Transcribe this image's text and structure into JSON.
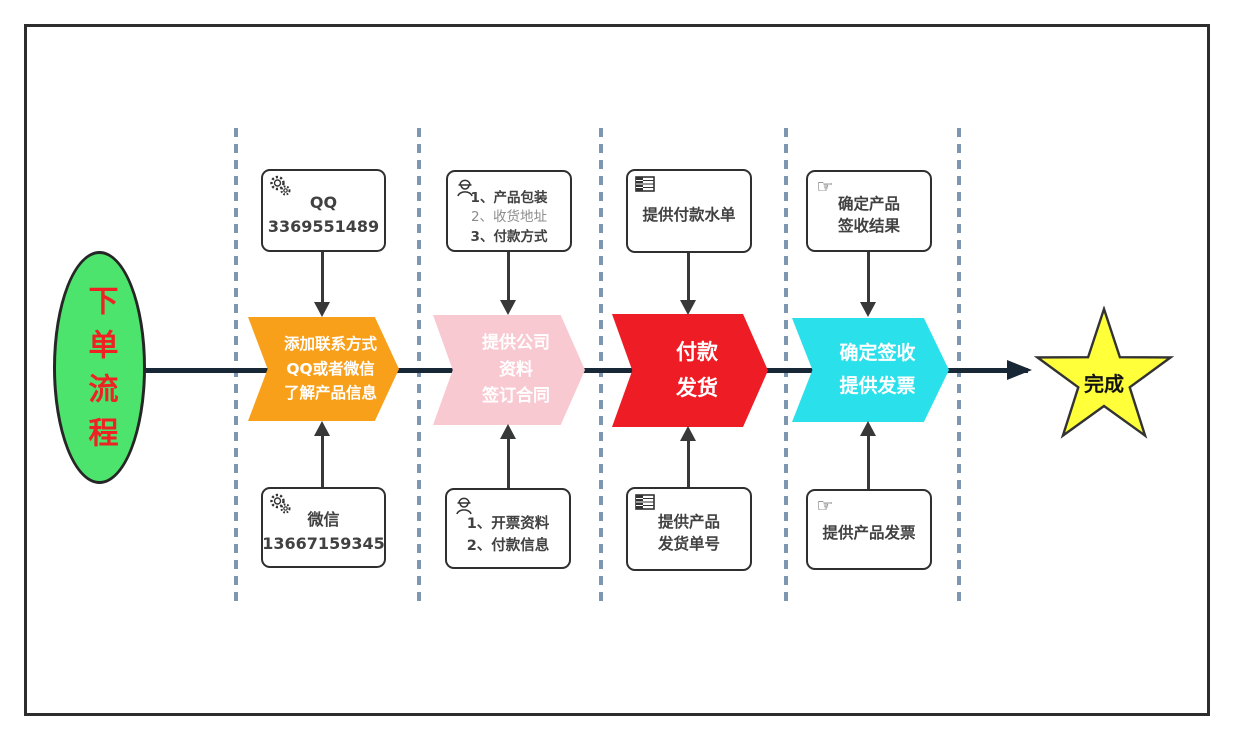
{
  "flow": {
    "start": {
      "label": "下单流程"
    },
    "chevrons": [
      {
        "lines": [
          "添加联系方式",
          "QQ或者微信",
          "了解产品信息"
        ],
        "fill": "#f9a01b"
      },
      {
        "lines": [
          "提供公司",
          "资料",
          "签订合同"
        ],
        "fill": "#f9c9d2"
      },
      {
        "lines": [
          "付款",
          "发货"
        ],
        "fill": "#ee1c25"
      },
      {
        "lines": [
          "确定签收",
          "提供发票"
        ],
        "fill": "#2ae0ea"
      }
    ],
    "end": {
      "label": "完成",
      "fill": "#ffff3a"
    }
  },
  "cards": {
    "top": [
      {
        "icon": "gears-icon",
        "lines": [
          "QQ",
          "3369551489"
        ]
      },
      {
        "icon": "worker-icon",
        "lines": [
          "1、产品包装",
          "2、收货地址",
          "3、付款方式"
        ]
      },
      {
        "icon": "table-icon",
        "lines": [
          "提供付款水单"
        ]
      },
      {
        "icon": "pointing-hand-icon",
        "lines": [
          "确定产品",
          "签收结果"
        ]
      }
    ],
    "bottom": [
      {
        "icon": "gears-icon",
        "lines": [
          "微信",
          "13667159345"
        ]
      },
      {
        "icon": "worker-icon",
        "lines": [
          "1、开票资料",
          "2、付款信息"
        ]
      },
      {
        "icon": "table-icon",
        "lines": [
          "提供产品",
          "发货单号"
        ]
      },
      {
        "icon": "pointing-hand-icon",
        "lines": [
          "提供产品发票"
        ]
      }
    ]
  },
  "icons": {
    "pointing_hand": "☞"
  },
  "colors": {
    "start_fill": "#4ce46c",
    "start_text": "#ee2222",
    "main_line": "#182736",
    "lane_divider": "#7e97b0",
    "card_border": "#2f2f2f",
    "end_fill": "#ffff3a"
  }
}
